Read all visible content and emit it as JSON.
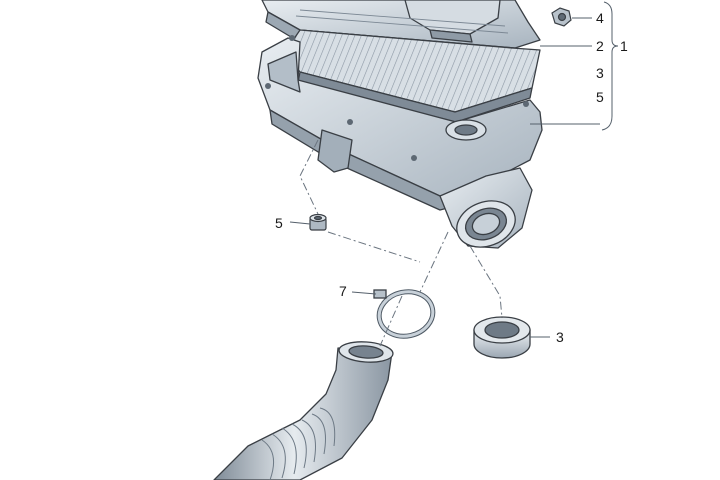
{
  "diagram": {
    "callouts": [
      {
        "id": "c4",
        "text": "4"
      },
      {
        "id": "c2",
        "text": "2"
      },
      {
        "id": "c1",
        "text": "1"
      },
      {
        "id": "c3a",
        "text": "3"
      },
      {
        "id": "c5a",
        "text": "5"
      },
      {
        "id": "c5b",
        "text": "5"
      },
      {
        "id": "c7",
        "text": "7"
      },
      {
        "id": "c3b",
        "text": "3"
      }
    ],
    "colors": {
      "part_fill": "#c9d3dc",
      "part_light": "#e4e9ee",
      "part_dark": "#8794a2",
      "outline": "#3a3f45",
      "leader": "#55606b"
    }
  }
}
